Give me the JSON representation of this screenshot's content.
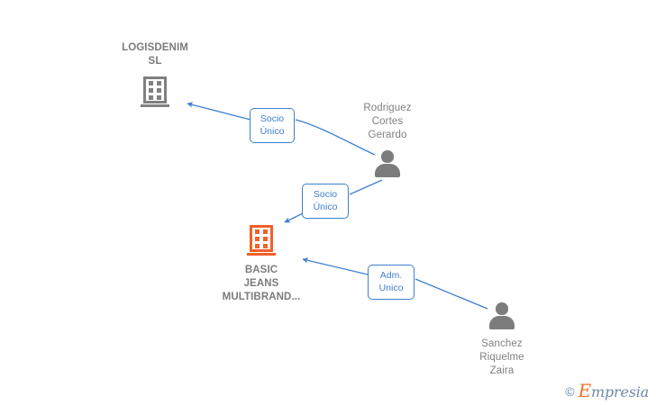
{
  "diagram": {
    "type": "corporate-relationship-graph",
    "accent_blue": "#3f7fd0",
    "company_gray": "#808080",
    "company_orange": "#f2602b",
    "person_gray": "#7c7c7c"
  },
  "nodes": [
    {
      "id": "logisdenim",
      "kind": "company",
      "icon": "building-icon",
      "color": "#808080",
      "label": "LOGISDENIM\nSL"
    },
    {
      "id": "basic-jeans",
      "kind": "company",
      "icon": "building-icon",
      "color": "#f2602b",
      "label": "BASIC\nJEANS\nMULTIBRAND..."
    },
    {
      "id": "rodriguez-cortes-gerardo",
      "kind": "person",
      "icon": "person-icon",
      "color": "#7c7c7c",
      "label": "Rodriguez\nCortes\nGerardo"
    },
    {
      "id": "sanchez-riquelme-zaira",
      "kind": "person",
      "icon": "person-icon",
      "color": "#7c7c7c",
      "label": "Sanchez\nRiquelme\nZaira"
    }
  ],
  "edges": [
    {
      "id": "edge-gerardo-logisdenim",
      "from": "rodriguez-cortes-gerardo",
      "to": "logisdenim",
      "badge": "Socio\nÚnico"
    },
    {
      "id": "edge-gerardo-basicjeans",
      "from": "rodriguez-cortes-gerardo",
      "to": "basic-jeans",
      "badge": "Socio\nÚnico"
    },
    {
      "id": "edge-zaira-basicjeans",
      "from": "sanchez-riquelme-zaira",
      "to": "basic-jeans",
      "badge": "Adm.\nUnico"
    }
  ],
  "watermark": {
    "copyright": "©",
    "brand_initial": "E",
    "brand_rest": "mpresia"
  }
}
